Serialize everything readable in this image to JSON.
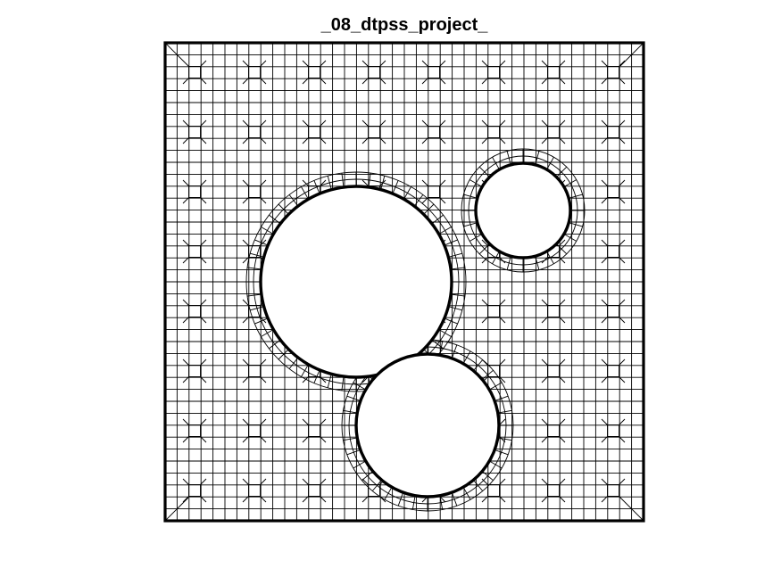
{
  "figure": {
    "title": "_08_dtpss_project_"
  },
  "mesh": {
    "element_type": "quadrilateral",
    "line_color": "#000000",
    "background": "#ffffff",
    "domain": {
      "shape": "square"
    },
    "holes": [
      {
        "name": "hole-large-center-left",
        "shape": "circle",
        "relative_size": "large"
      },
      {
        "name": "hole-small-upper-right",
        "shape": "circle",
        "relative_size": "small"
      },
      {
        "name": "hole-medium-lower",
        "shape": "circle",
        "relative_size": "medium"
      }
    ]
  }
}
